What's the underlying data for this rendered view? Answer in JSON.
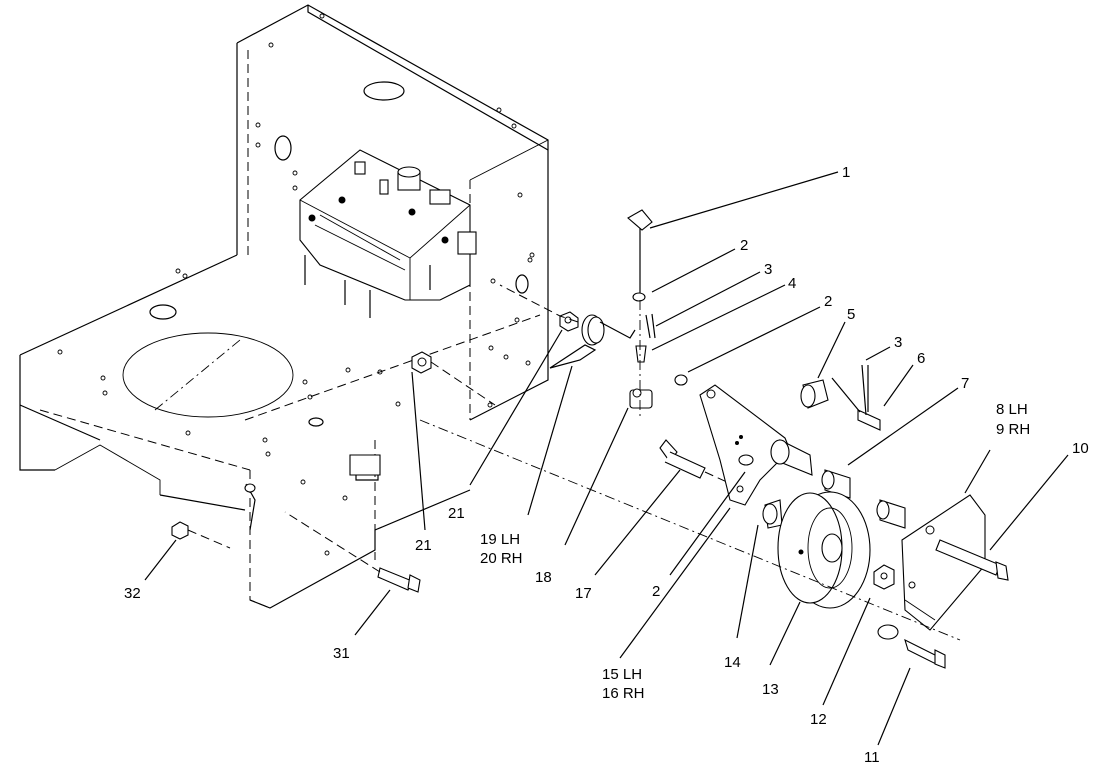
{
  "callouts": [
    "1",
    "2",
    "3",
    "4",
    "2",
    "5",
    "3",
    "6",
    "7",
    "8 LH",
    "9 RH",
    "10",
    "11",
    "12",
    "13",
    "14",
    "15 LH",
    "16 RH",
    "2",
    "17",
    "18",
    "19 LH",
    "20 RH",
    "21",
    "21",
    "31",
    "32"
  ]
}
